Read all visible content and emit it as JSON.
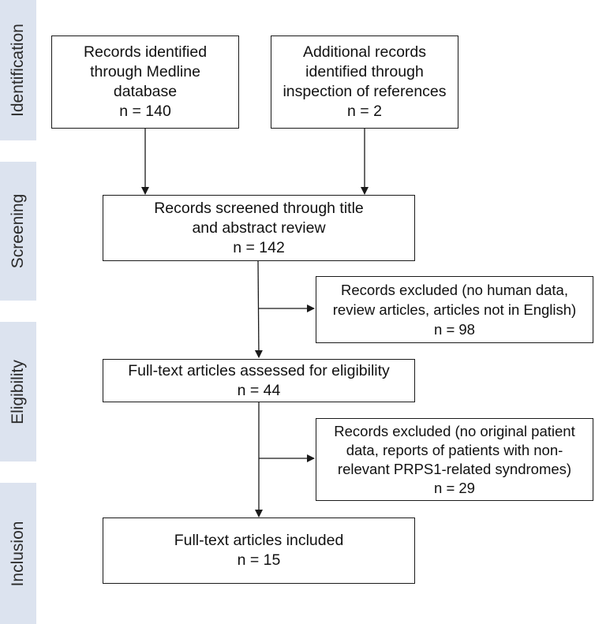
{
  "phases": {
    "identification": "Identification",
    "screening": "Screening",
    "eligibility": "Eligibility",
    "inclusion": "Inclusion"
  },
  "boxes": {
    "medline": [
      "Records identified",
      "through Medline",
      "database",
      "n = 140"
    ],
    "additional": [
      "Additional records",
      "identified through",
      "inspection of references",
      "n = 2"
    ],
    "screened": [
      "Records screened through title",
      "and abstract review",
      "n = 142"
    ],
    "excluded_screening": [
      "Records excluded (no human data,",
      "review articles, articles not in English)",
      "n = 98"
    ],
    "fulltext": [
      "Full-text articles assessed for eligibility",
      "n = 44"
    ],
    "excluded_eligibility": [
      "Records excluded (no original patient",
      "data, reports of patients with non-",
      "relevant PRPS1-related syndromes)",
      "n = 29"
    ],
    "included": [
      "Full-text articles included",
      "n = 15"
    ]
  },
  "colors": {
    "phase_band": "#dce3ef",
    "border": "#1a1a1a",
    "text": "#111111"
  }
}
